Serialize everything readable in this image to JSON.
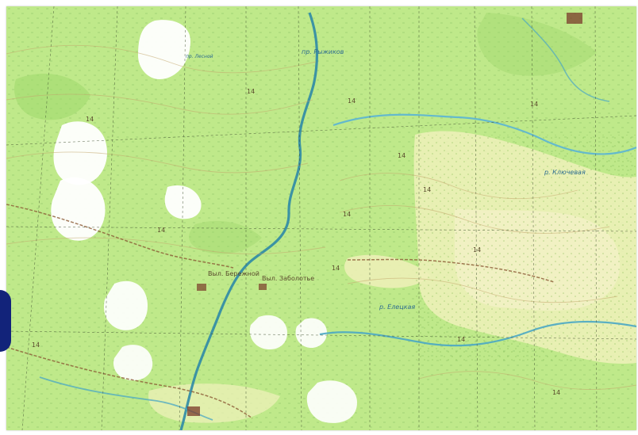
{
  "map": {
    "labels": [
      {
        "id": "settlement-north",
        "text": "пр. Рыжиков"
      },
      {
        "id": "stream-north",
        "text": "пр. Лесной"
      },
      {
        "id": "settlement-center-west",
        "text": "Выл. Бережной"
      },
      {
        "id": "settlement-center",
        "text": "Выл. Заболотье"
      },
      {
        "id": "river-east-1",
        "text": "р. Елецкая"
      },
      {
        "id": "river-east-2",
        "text": "р. Ключевая"
      },
      {
        "id": "grid-14-a",
        "text": "14"
      },
      {
        "id": "grid-14-b",
        "text": "14"
      },
      {
        "id": "grid-14-c",
        "text": "14"
      },
      {
        "id": "grid-14-d",
        "text": "14"
      },
      {
        "id": "grid-14-e",
        "text": "14"
      },
      {
        "id": "grid-14-f",
        "text": "14"
      },
      {
        "id": "grid-14-g",
        "text": "14"
      },
      {
        "id": "grid-14-h",
        "text": "14"
      },
      {
        "id": "grid-14-i",
        "text": "14"
      },
      {
        "id": "grid-14-j",
        "text": "14"
      },
      {
        "id": "grid-14-k",
        "text": "14"
      },
      {
        "id": "grid-14-l",
        "text": "14"
      },
      {
        "id": "grid-14-m",
        "text": "14"
      }
    ]
  },
  "colors": {
    "forest": "#bfe98a",
    "forest-dark": "#9fd86c",
    "open-land": "#eef0b8",
    "marsh": "#ffffff",
    "water": "#5fb6d1",
    "river": "#2e8aa6",
    "contour": "#c2a66b",
    "grid": "#3f4f2f",
    "road": "#8b5a34",
    "edge-tab": "#12237a"
  }
}
